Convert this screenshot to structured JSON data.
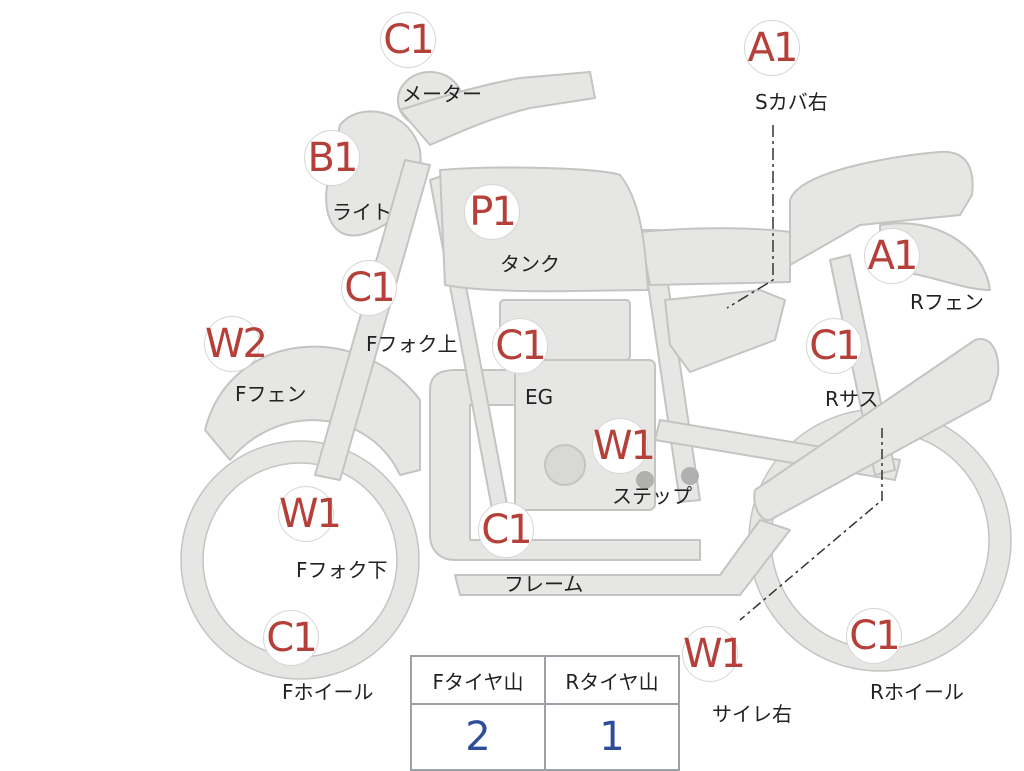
{
  "parts": [
    {
      "id": "meter",
      "grade": "C1",
      "label": "メーター"
    },
    {
      "id": "light",
      "grade": "B1",
      "label": "ライト"
    },
    {
      "id": "tank",
      "grade": "P1",
      "label": "タンク"
    },
    {
      "id": "side-cover-right",
      "grade": "A1",
      "label": "Sカバ右"
    },
    {
      "id": "rear-fender",
      "grade": "A1",
      "label": "Rフェン"
    },
    {
      "id": "front-fork-upper",
      "grade": "C1",
      "label": "Fフォク上"
    },
    {
      "id": "front-fender",
      "grade": "W2",
      "label": "Fフェン"
    },
    {
      "id": "engine",
      "grade": "C1",
      "label": "EG"
    },
    {
      "id": "rear-suspension",
      "grade": "C1",
      "label": "Rサス"
    },
    {
      "id": "step",
      "grade": "W1",
      "label": "ステップ"
    },
    {
      "id": "front-fork-lower",
      "grade": "W1",
      "label": "Fフォク下"
    },
    {
      "id": "frame",
      "grade": "C1",
      "label": "フレーム"
    },
    {
      "id": "front-wheel",
      "grade": "C1",
      "label": "Fホイール"
    },
    {
      "id": "muffler-right",
      "grade": "W1",
      "label": "サイレ右"
    },
    {
      "id": "rear-wheel",
      "grade": "C1",
      "label": "Rホイール"
    }
  ],
  "tire_tread": {
    "headers": [
      "Fタイヤ山",
      "Rタイヤ山"
    ],
    "values": [
      "2",
      "1"
    ]
  },
  "colors": {
    "grade_text": "#b5403a",
    "tread_value": "#2d4d9a",
    "bike_fill": "#e6e6e4",
    "bike_stroke": "#c4c4c2"
  }
}
